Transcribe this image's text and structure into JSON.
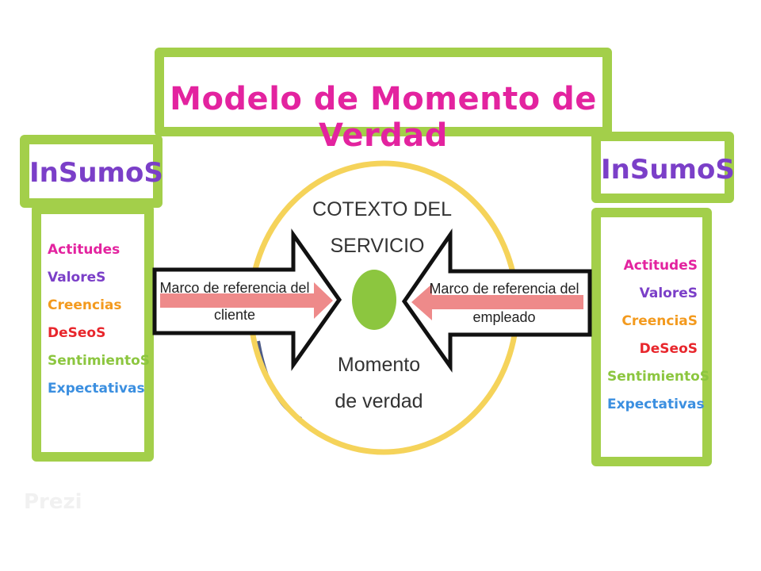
{
  "title": "Modelo de Momento de Verdad",
  "left_panel": {
    "heading": "InSumoS",
    "items": [
      {
        "label": "Actitudes",
        "color": "#e3239f"
      },
      {
        "label": "ValoreS",
        "color": "#7b3fc8"
      },
      {
        "label": "Creencias",
        "color": "#f39a1e"
      },
      {
        "label": "DeSeoS",
        "color": "#e8262c"
      },
      {
        "label": "SentimientoS",
        "color": "#8cc63f"
      },
      {
        "label": "Expectativas",
        "color": "#3b8fe0"
      }
    ]
  },
  "right_panel": {
    "heading": "InSumoS",
    "items": [
      {
        "label": "ActitudeS",
        "color": "#e3239f"
      },
      {
        "label": "ValoreS",
        "color": "#7b3fc8"
      },
      {
        "label": "CreenciaS",
        "color": "#f39a1e"
      },
      {
        "label": "DeSeoS",
        "color": "#e8262c"
      },
      {
        "label": "SentimientoS",
        "color": "#8cc63f"
      },
      {
        "label": "Expectativas",
        "color": "#3b8fe0"
      }
    ]
  },
  "center": {
    "context_line1": "COTEXTO DEL",
    "context_line2": "SERVICIO",
    "moment_line1": "Momento",
    "moment_line2": "de verdad"
  },
  "left_arrow": {
    "line1": "Marco de referencia del",
    "line2": "cliente"
  },
  "right_arrow": {
    "line1": "Marco de referencia del",
    "line2": "empleado"
  },
  "watermark": "Prezi",
  "colors": {
    "frame": "#a3cf4a",
    "ellipse": "#f5d35a",
    "center_dot": "#8cc63f",
    "arrow_inner": "#ee8a8a",
    "title": "#e3239f",
    "insumos": "#7b3fc8"
  }
}
